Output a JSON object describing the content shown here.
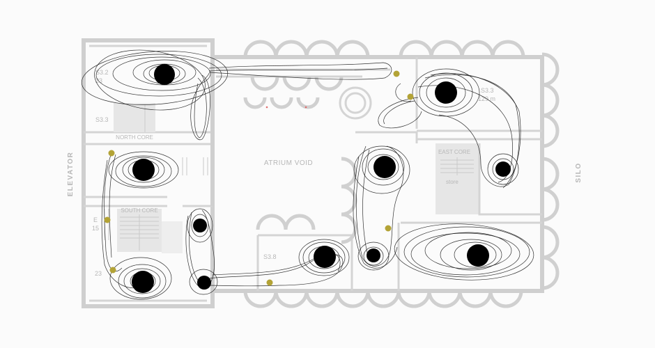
{
  "labels": {
    "atrium": "ATRIUM VOID",
    "north_core": "NORTH CORE",
    "south_core": "SOUTH CORE",
    "east_core": "EAST CORE",
    "store": "store",
    "elevator": "ELEVATOR",
    "silo": "SILO"
  },
  "rooms": {
    "s32": {
      "code": "S3.2",
      "area": "23"
    },
    "s33_left": {
      "code": "S3.3",
      "area": ""
    },
    "s33_right": {
      "code": "S3.3",
      "area": "129 m"
    },
    "e_left": {
      "code": "E",
      "area": "15"
    },
    "s_lower_left": {
      "code": "",
      "area": "23"
    },
    "s38": {
      "code": "S3.8",
      "area": ""
    }
  },
  "colors": {
    "walls": "#cfcfcf",
    "paths": "#1a1a1a",
    "nodes": "#000000",
    "markers": "#b3a336"
  },
  "nodes": [
    {
      "id": "n1",
      "size": "large"
    },
    {
      "id": "n2",
      "size": "large"
    },
    {
      "id": "n3",
      "size": "small"
    },
    {
      "id": "n4",
      "size": "large"
    },
    {
      "id": "n5",
      "size": "large"
    },
    {
      "id": "n6",
      "size": "small"
    },
    {
      "id": "n7",
      "size": "small"
    },
    {
      "id": "n8",
      "size": "large"
    },
    {
      "id": "n9",
      "size": "large"
    },
    {
      "id": "n10",
      "size": "small"
    },
    {
      "id": "n11",
      "size": "large"
    }
  ]
}
